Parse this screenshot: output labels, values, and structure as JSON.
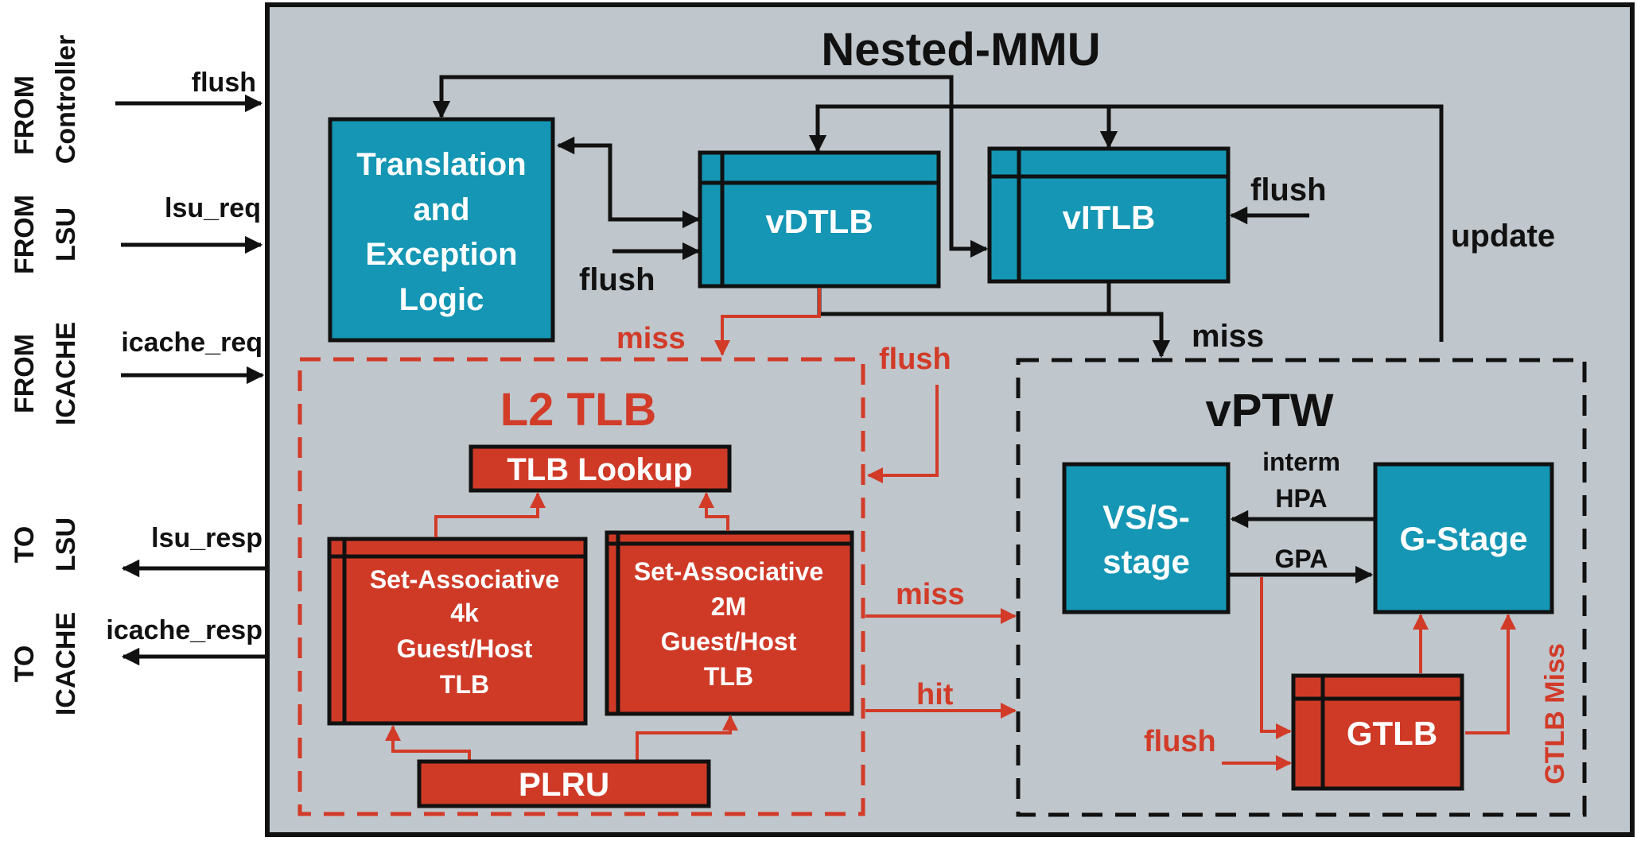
{
  "title": "Nested-MMU",
  "colors": {
    "background": "#bfc6cc",
    "blue_block": "#1496b4",
    "red_block": "#cf3a27",
    "red_wire": "#d23b28",
    "black": "#111111"
  },
  "external": {
    "from_controller": {
      "line1": "FROM",
      "line2": "Controller",
      "signal": "flush"
    },
    "from_lsu": {
      "line1": "FROM",
      "line2": "LSU",
      "signal": "lsu_req"
    },
    "from_icache": {
      "line1": "FROM",
      "line2": "ICACHE",
      "signal": "icache_req"
    },
    "to_lsu": {
      "line1": "TO",
      "line2": "LSU",
      "signal": "lsu_resp"
    },
    "to_icache": {
      "line1": "TO",
      "line2": "ICACHE",
      "signal": "icache_resp"
    }
  },
  "blocks": {
    "translation": {
      "line1": "Translation",
      "line2": "and",
      "line3": "Exception",
      "line4": "Logic"
    },
    "vdtlb": "vDTLB",
    "vitlb": "vITLB",
    "l2tlb": {
      "title": "L2 TLB",
      "lookup": "TLB Lookup",
      "set4k": {
        "line1": "Set-Associative",
        "line2": "4k",
        "line3": "Guest/Host",
        "line4": "TLB"
      },
      "set2m": {
        "line1": "Set-Associative",
        "line2": "2M",
        "line3": "Guest/Host",
        "line4": "TLB"
      },
      "plru": "PLRU"
    },
    "vptw": {
      "title": "vPTW",
      "vs_stage": {
        "line1": "VS/S-",
        "line2": "stage"
      },
      "g_stage": "G-Stage",
      "gtlb": "GTLB"
    }
  },
  "signals": {
    "vdtlb_flush": "flush",
    "vitlb_flush": "flush",
    "update": "update",
    "miss_vdtlb": "miss",
    "miss_vitlb": "miss",
    "l2_flush": "flush",
    "l2_miss": "miss",
    "l2_hit": "hit",
    "interm_hpa_1": "interm",
    "interm_hpa_2": "HPA",
    "gpa": "GPA",
    "gtlb_flush": "flush",
    "gtlb_miss": "GTLB Miss"
  }
}
